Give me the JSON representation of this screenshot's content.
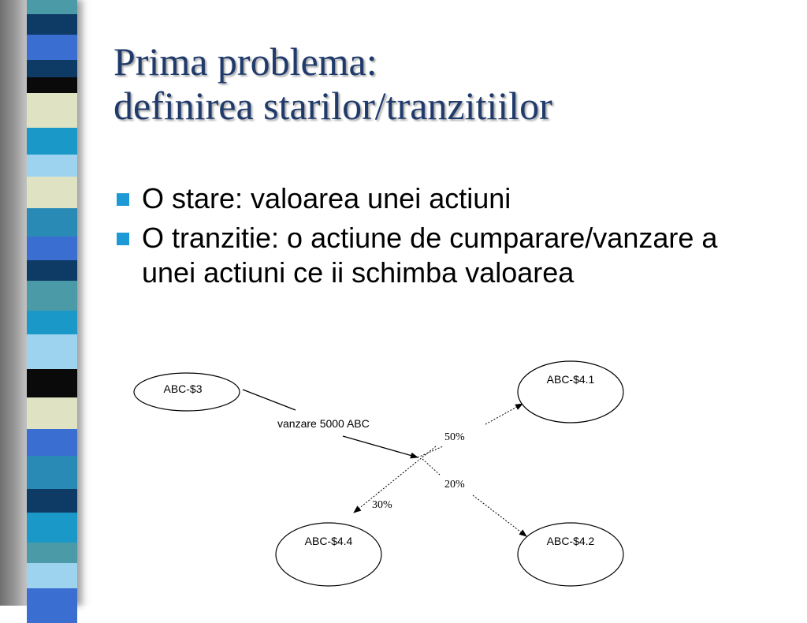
{
  "title": {
    "line1": "Prima problema:",
    "line2": "definirea starilor/tranzitiilor"
  },
  "bullets": [
    "O stare: valoarea unei actiuni",
    "O tranzitie: o actiune de cumparare/vanzare a unei actiuni ce ii schimba valoarea"
  ],
  "diagram": {
    "nodes": {
      "start": "ABC-$3",
      "top_right": "ABC-$4.1",
      "bottom_left": "ABC-$4.4",
      "bottom_right": "ABC-$4.2"
    },
    "action_label": "vanzare 5000 ABC",
    "probabilities": {
      "top_right": "50%",
      "bottom_right": "20%",
      "bottom_left": "30%"
    }
  },
  "colors": {
    "title": "#1f3a6b",
    "bullet": "#1d9ad6",
    "stripes": [
      "#4a9aa8",
      "#0e3a66",
      "#3a6fd1",
      "#0a0a0a",
      "#dfe3c4",
      "#1a98c8",
      "#9ed3f0",
      "#2a8ab6"
    ]
  }
}
